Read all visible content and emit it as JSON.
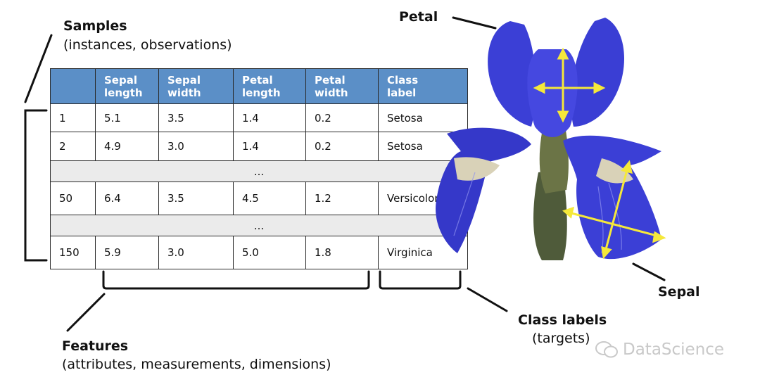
{
  "samples": {
    "title": "Samples",
    "subtitle": "(instances, observations)"
  },
  "features": {
    "title": "Features",
    "subtitle": "(attributes, measurements, dimensions)"
  },
  "class_labels": {
    "title": "Class labels",
    "subtitle": "(targets)"
  },
  "flower": {
    "petal_label": "Petal",
    "sepal_label": "Sepal"
  },
  "table": {
    "headers": [
      {
        "line1": "",
        "line2": ""
      },
      {
        "line1": "Sepal",
        "line2": "length"
      },
      {
        "line1": "Sepal",
        "line2": "width"
      },
      {
        "line1": "Petal",
        "line2": "length"
      },
      {
        "line1": "Petal",
        "line2": "width"
      },
      {
        "line1": "Class",
        "line2": "label"
      }
    ],
    "rows": [
      [
        "1",
        "5.1",
        "3.5",
        "1.4",
        "0.2",
        "Setosa"
      ],
      [
        "2",
        "4.9",
        "3.0",
        "1.4",
        "0.2",
        "Setosa"
      ],
      [
        "50",
        "6.4",
        "3.5",
        "4.5",
        "1.2",
        "Versicolor"
      ],
      [
        "150",
        "5.9",
        "3.0",
        "5.0",
        "1.8",
        "Virginica"
      ]
    ],
    "ellipsis": "..."
  },
  "watermark": "DataScience",
  "colors": {
    "header_bg": "#5b8fc7",
    "gap_row_bg": "#ebebeb",
    "flower": "#3b3fd6",
    "arrow": "#f5e83a"
  }
}
